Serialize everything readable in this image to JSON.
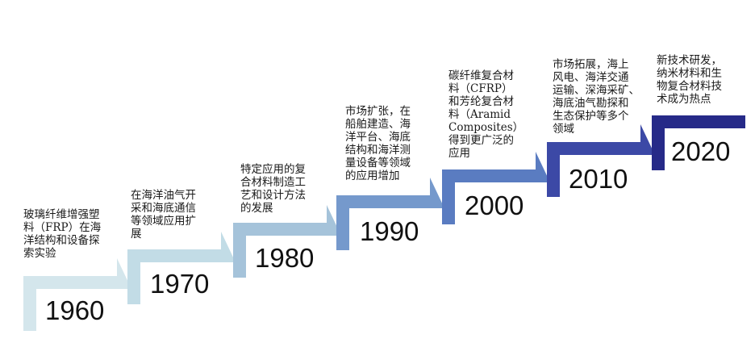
{
  "timeline": {
    "steps": [
      {
        "year": "1960",
        "color": "#d4e6ec",
        "text": "玻璃纤维增强塑\n料（FRP）在海\n洋结构和设备探\n索实验"
      },
      {
        "year": "1970",
        "color": "#c2dce6",
        "text": "在海洋油气开\n采和海底通信\n等领域应用扩\n展"
      },
      {
        "year": "1980",
        "color": "#a5c3da",
        "text": "特定应用的复\n合材料制造工\n艺和设计方法\n的发展"
      },
      {
        "year": "1990",
        "color": "#7599cc",
        "text": "市场扩张，在\n船舶建造、海\n洋平台、海底\n结构和海洋测\n量设备等领域\n的应用增加"
      },
      {
        "year": "2000",
        "color": "#5a7cc1",
        "text": "碳纤维复合材\n料（CFRP）\n和芳纶复合材\n料（Aramid\nComposites）\n得到更广泛的\n应用"
      },
      {
        "year": "2010",
        "color": "#3c49a6",
        "text": "市场拓展，海上\n风电、海洋交通\n运输、深海采矿、\n海底油气勘探和\n生态保护等多个\n领域"
      },
      {
        "year": "2020",
        "color": "#262a88",
        "text": "新技术研发，\n纳米材料和生\n物复合材料技\n术成为热点"
      }
    ]
  }
}
